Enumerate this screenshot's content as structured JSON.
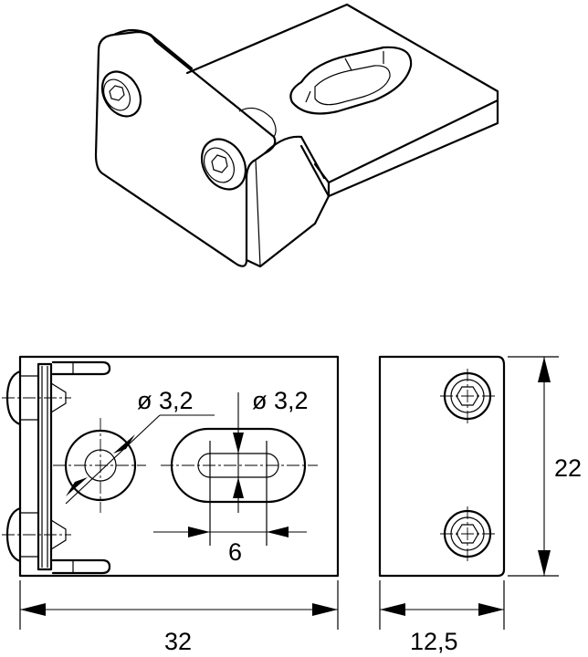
{
  "labels": {
    "hole_diameter": "ø 3,2",
    "slot_diameter": "ø 3,2",
    "slot_spacing": "6",
    "width": "32",
    "depth": "12,5",
    "height": "22"
  }
}
